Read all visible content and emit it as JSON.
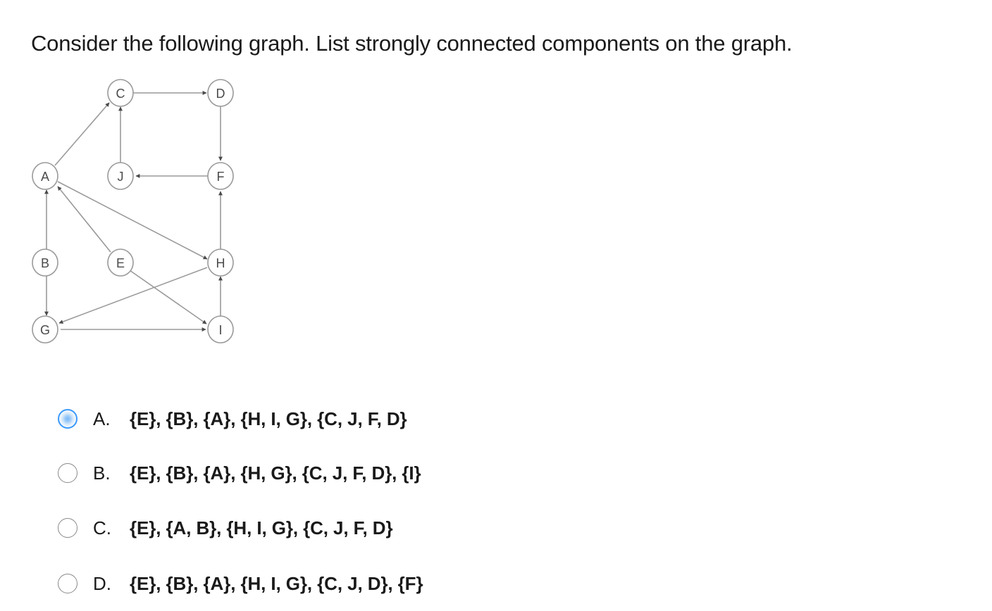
{
  "question": {
    "text": "Consider the following graph. List strongly connected components on the graph."
  },
  "graph": {
    "nodes": [
      "C",
      "D",
      "A",
      "J",
      "F",
      "B",
      "E",
      "H",
      "G",
      "I"
    ]
  },
  "options": [
    {
      "letter": "A.",
      "text": "{E}, {B}, {A}, {H, I, G}, {C, J, F, D}",
      "selected": true
    },
    {
      "letter": "B.",
      "text": "{E}, {B}, {A}, {H, G}, {C, J, F, D}, {I}",
      "selected": false
    },
    {
      "letter": "C.",
      "text": "{E}, {A, B}, {H, I, G}, {C, J, F, D}",
      "selected": false
    },
    {
      "letter": "D.",
      "text": "{E}, {B}, {A}, {H, I, G}, {C, J, D}, {F}",
      "selected": false
    }
  ],
  "colors": {
    "radio_selected": "#3b99fc",
    "graph_line": "#9a9a9a",
    "arrow": "#4a4a4a"
  }
}
